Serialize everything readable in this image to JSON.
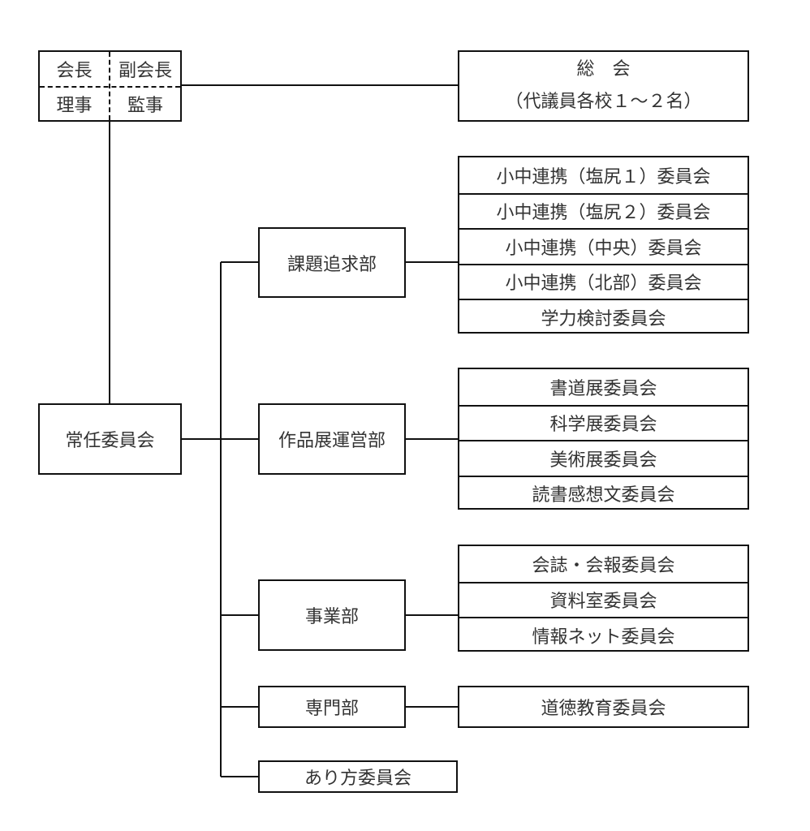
{
  "officers": {
    "president": "会長",
    "vice_president": "副会長",
    "directors": "理事",
    "auditors": "監事"
  },
  "general_assembly": {
    "title": "総　会",
    "subtitle": "（代議員各校１～２名）"
  },
  "standing_committee": "常任委員会",
  "departments": [
    {
      "name": "課題追求部",
      "committees": [
        "小中連携（塩尻１）委員会",
        "小中連携（塩尻２）委員会",
        "小中連携（中央）委員会",
        "小中連携（北部）委員会",
        "学力検討委員会"
      ]
    },
    {
      "name": "作品展運営部",
      "committees": [
        "書道展委員会",
        "科学展委員会",
        "美術展委員会",
        "読書感想文委員会"
      ]
    },
    {
      "name": "事業部",
      "committees": [
        "会誌・会報委員会",
        "資料室委員会",
        "情報ネット委員会"
      ]
    },
    {
      "name": "専門部",
      "committees": [
        "道徳教育委員会"
      ]
    }
  ],
  "standalone_committee": "あり方委員会"
}
